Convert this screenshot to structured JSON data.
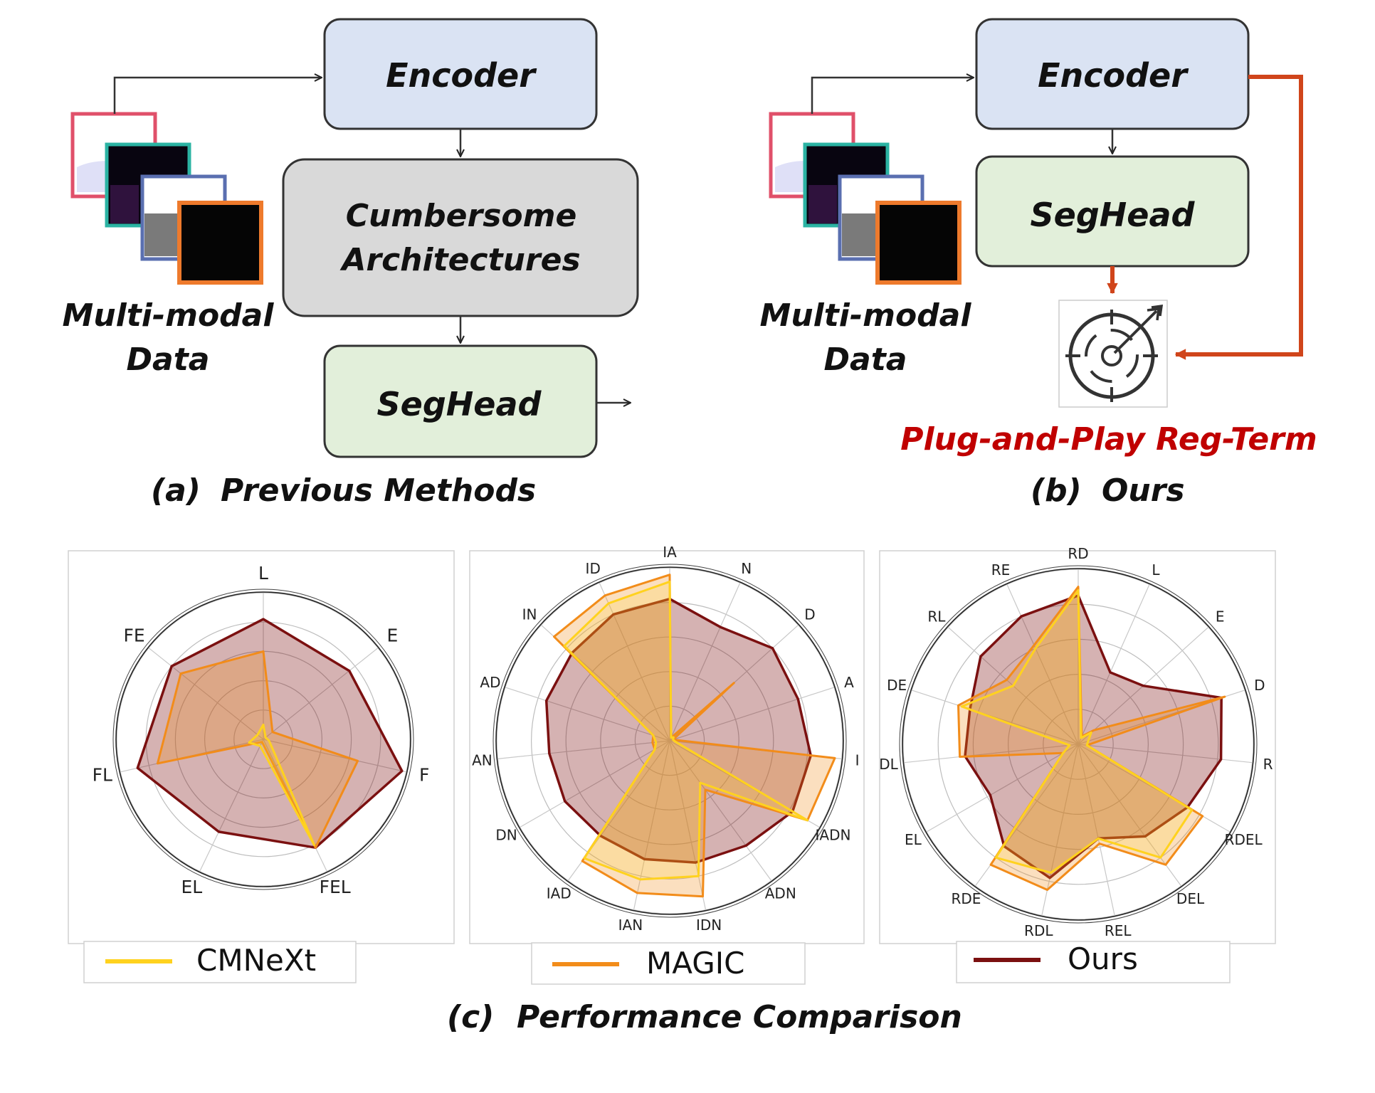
{
  "top": {
    "panel_a": {
      "encoder": "Encoder",
      "middle_line1": "Cumbersome",
      "middle_line2": "Architectures",
      "seghead": "SegHead",
      "data_line1": "Multi-modal",
      "data_line2": "Data",
      "caption_tag": "(a)",
      "caption_text": "Previous Methods"
    },
    "panel_b": {
      "encoder": "Encoder",
      "seghead": "SegHead",
      "data_line1": "Multi-modal",
      "data_line2": "Data",
      "plug_label": "Plug-and-Play Reg-Term",
      "caption_tag": "(b)",
      "caption_text": "Ours"
    }
  },
  "bottom_caption": {
    "tag": "(c)",
    "text": "Performance Comparison"
  },
  "colors": {
    "encoder_fill": "#dae3f3",
    "middle_fill": "#d9d9d9",
    "seghead_fill": "#e2efda",
    "reg_arrow": "#d0451b",
    "plug_text": "#c00000",
    "frame1": "#e0506a",
    "frame2": "#2bb3a3",
    "frame3": "#5a6fb0",
    "frame4": "#ee7a2c",
    "cmnext": "#ffd21f",
    "magic": "#f28c1a",
    "ours": "#7b1010"
  },
  "chart_data": [
    {
      "type": "radar",
      "axes": [
        "L",
        "E",
        "F",
        "FEL",
        "EL",
        "FL",
        "FE"
      ],
      "rlim": [
        0,
        1
      ],
      "series": [
        {
          "name": "CMNeXt",
          "values": [
            0.1,
            0.02,
            0.04,
            0.8,
            0.05,
            0.1,
            0.05
          ]
        },
        {
          "name": "MAGIC",
          "values": [
            0.6,
            0.08,
            0.66,
            0.82,
            0.02,
            0.74,
            0.72
          ]
        },
        {
          "name": "Ours",
          "values": [
            0.82,
            0.75,
            0.97,
            0.82,
            0.7,
            0.88,
            0.8
          ]
        }
      ],
      "legend": {
        "label": "CMNeXt",
        "placement": "bottom"
      }
    },
    {
      "type": "radar",
      "axes": [
        "IA",
        "N",
        "D",
        "A",
        "I",
        "IADN",
        "ADN",
        "IDN",
        "IAN",
        "IAD",
        "DN",
        "AN",
        "AD",
        "IN",
        "ID"
      ],
      "rlim": [
        0,
        1
      ],
      "series": [
        {
          "name": "CMNeXt",
          "values": [
            0.92,
            0.02,
            0.03,
            0.02,
            0.03,
            0.92,
            0.3,
            0.8,
            0.82,
            0.84,
            0.1,
            0.08,
            0.1,
            0.82,
            0.87
          ]
        },
        {
          "name": "MAGIC",
          "values": [
            0.96,
            0.02,
            0.5,
            0.02,
            0.96,
            0.92,
            0.35,
            0.92,
            0.9,
            0.86,
            0.1,
            0.1,
            0.1,
            0.9,
            0.92
          ]
        },
        {
          "name": "Ours",
          "values": [
            0.82,
            0.72,
            0.8,
            0.78,
            0.82,
            0.82,
            0.75,
            0.72,
            0.7,
            0.68,
            0.7,
            0.7,
            0.75,
            0.76,
            0.8
          ]
        }
      ],
      "legend": {
        "label": "MAGIC",
        "placement": "bottom"
      }
    },
    {
      "type": "radar",
      "axes": [
        "RD",
        "L",
        "E",
        "D",
        "R",
        "RDEL",
        "DEL",
        "REL",
        "RDL",
        "RDE",
        "EL",
        "DL",
        "DE",
        "RL",
        "RE"
      ],
      "rlim": [
        0,
        1
      ],
      "series": [
        {
          "name": "CMNeXt",
          "values": [
            0.88,
            0.04,
            0.1,
            0.06,
            0.05,
            0.75,
            0.8,
            0.55,
            0.75,
            0.8,
            0.1,
            0.05,
            0.7,
            0.5,
            0.6
          ]
        },
        {
          "name": "MAGIC",
          "values": [
            0.9,
            0.05,
            0.12,
            0.88,
            0.05,
            0.82,
            0.85,
            0.58,
            0.85,
            0.85,
            0.1,
            0.68,
            0.72,
            0.55,
            0.62
          ]
        },
        {
          "name": "Ours",
          "values": [
            0.85,
            0.45,
            0.5,
            0.86,
            0.82,
            0.72,
            0.65,
            0.55,
            0.78,
            0.72,
            0.58,
            0.65,
            0.65,
            0.75,
            0.8
          ]
        }
      ],
      "legend": {
        "label": "Ours",
        "placement": "bottom"
      }
    }
  ]
}
